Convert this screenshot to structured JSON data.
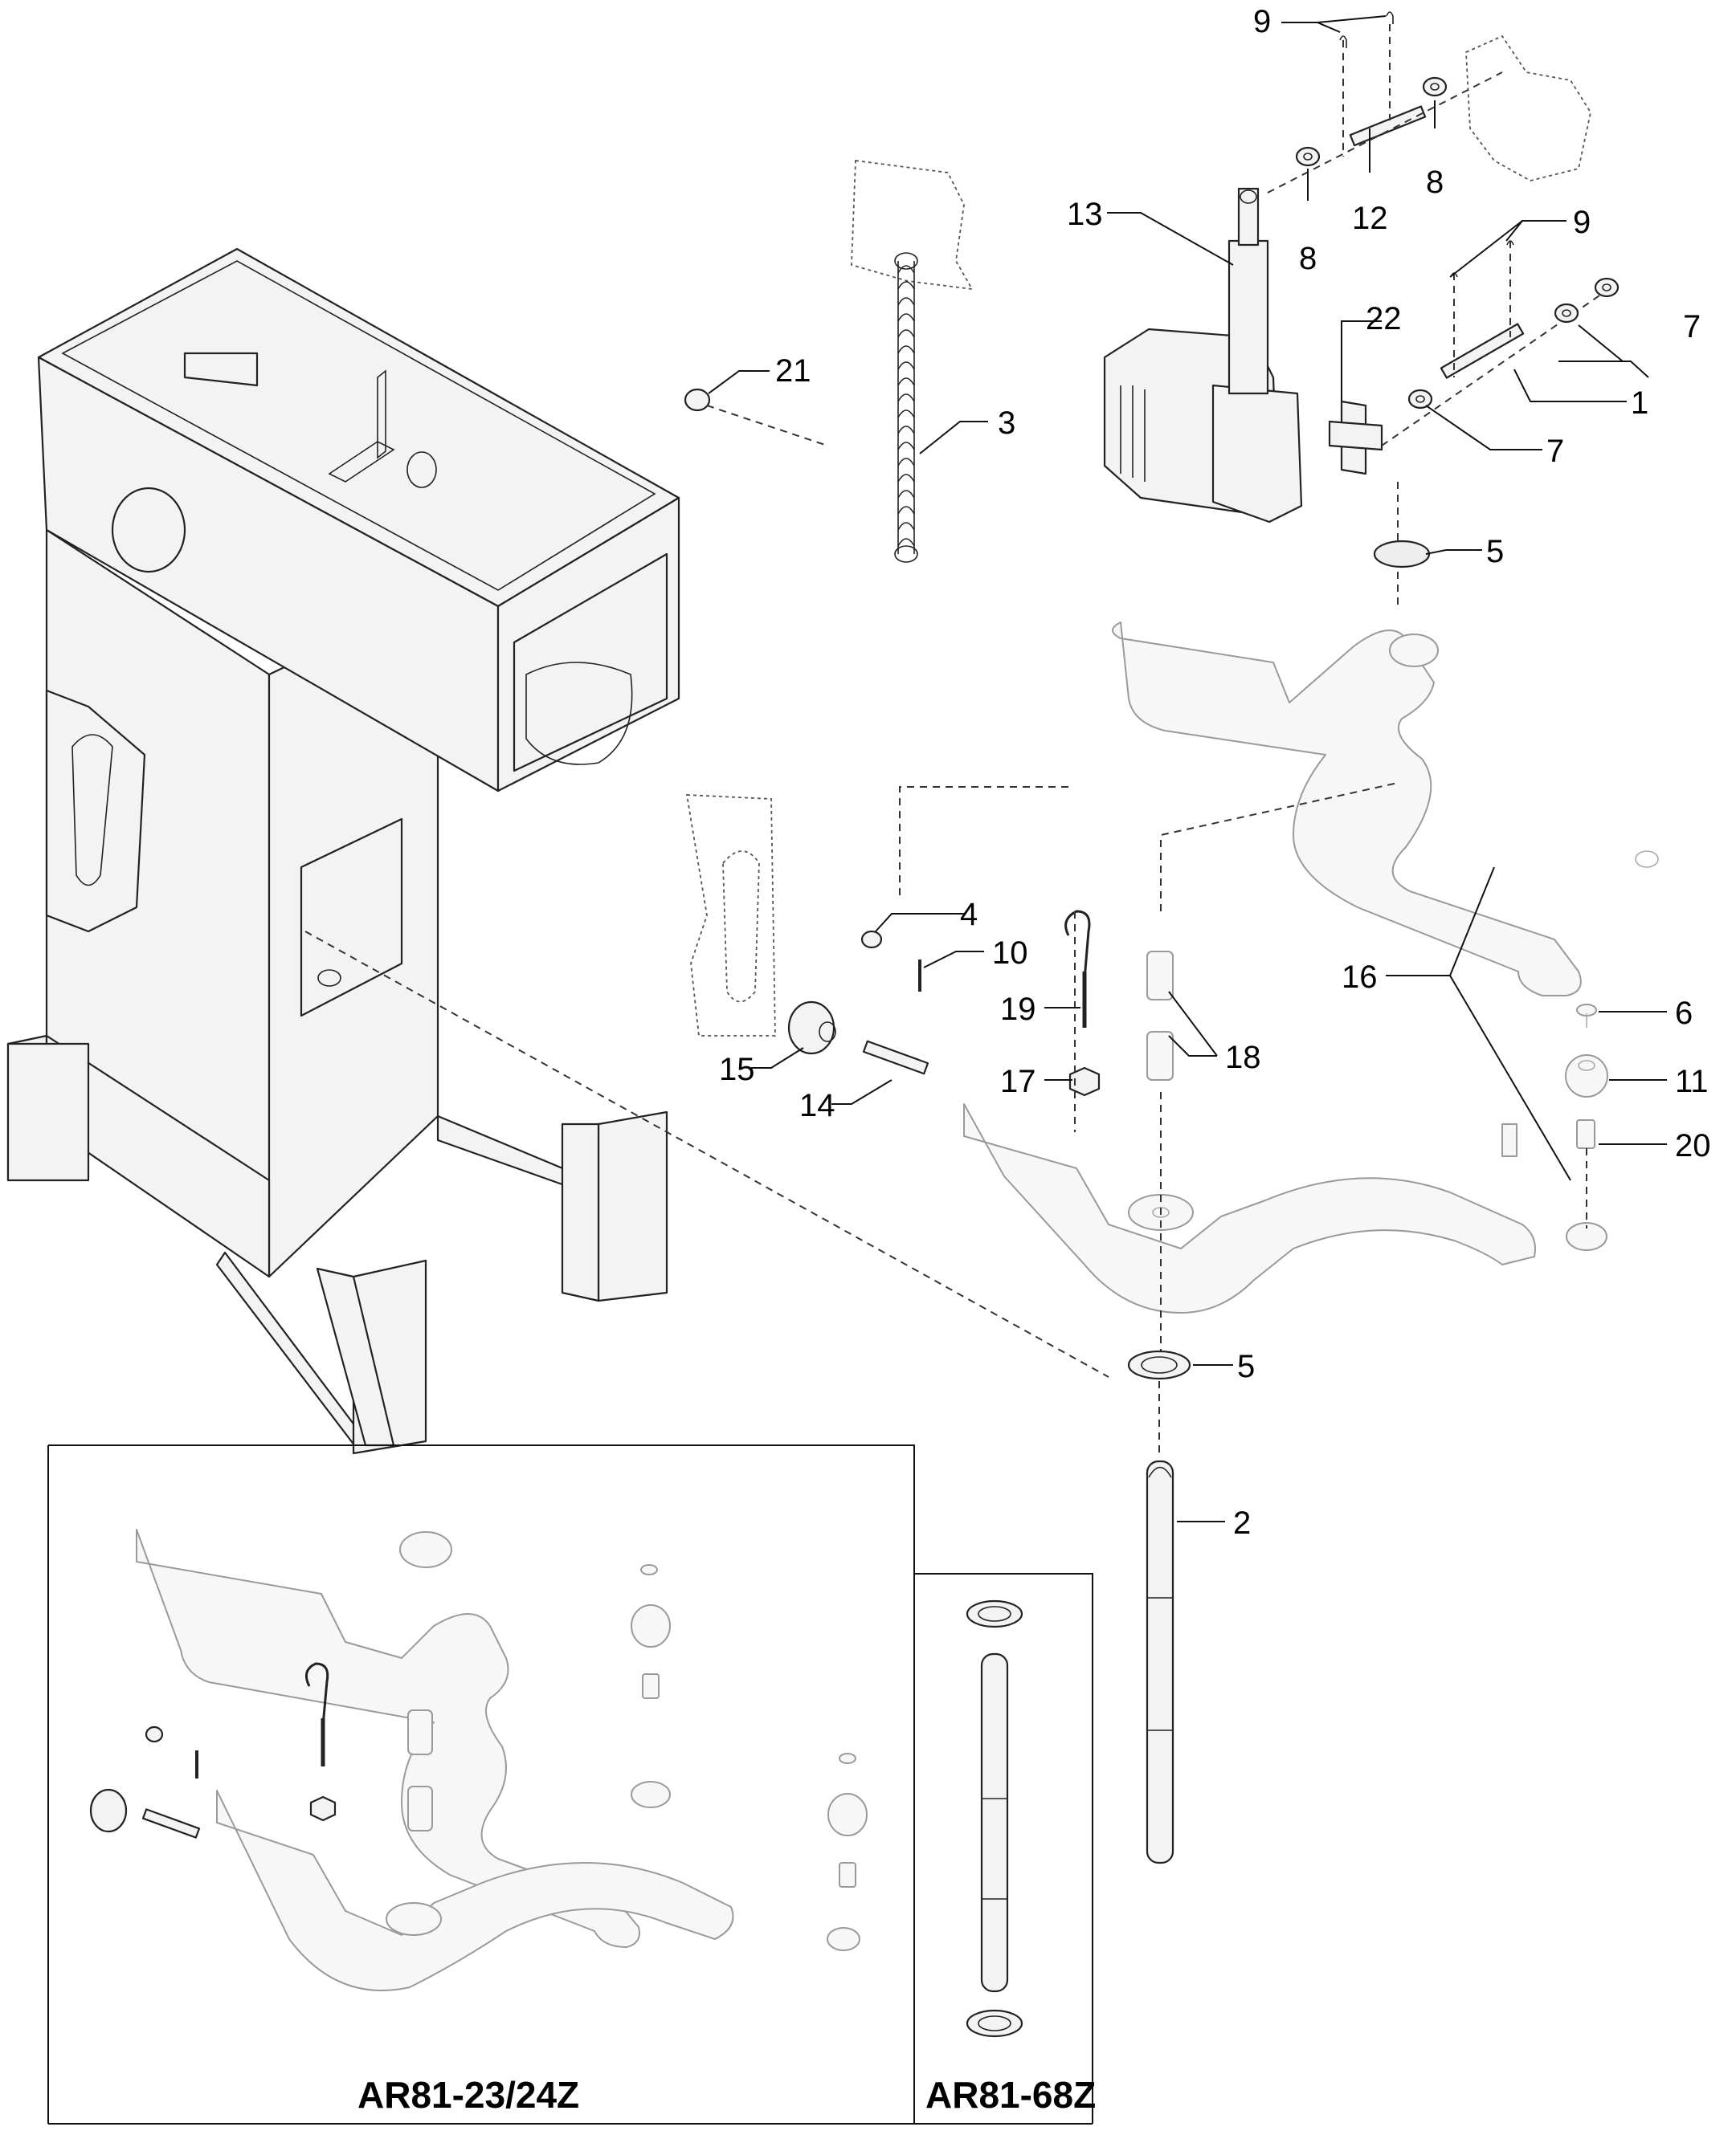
{
  "callouts": {
    "c1": "1",
    "c2": "2",
    "c3": "3",
    "c4": "4",
    "c5a": "5",
    "c5b": "5",
    "c6": "6",
    "c7a": "7",
    "c7b": "7",
    "c8a": "8",
    "c8b": "8",
    "c9a": "9",
    "c9b": "9",
    "c10": "10",
    "c11": "11",
    "c12": "12",
    "c13": "13",
    "c14": "14",
    "c15": "15",
    "c16": "16",
    "c17": "17",
    "c18": "18",
    "c19": "19",
    "c20": "20",
    "c21": "21",
    "c22": "22"
  },
  "insets": {
    "left_caption": "AR81-23/24Z",
    "right_caption": "AR81-68Z"
  }
}
